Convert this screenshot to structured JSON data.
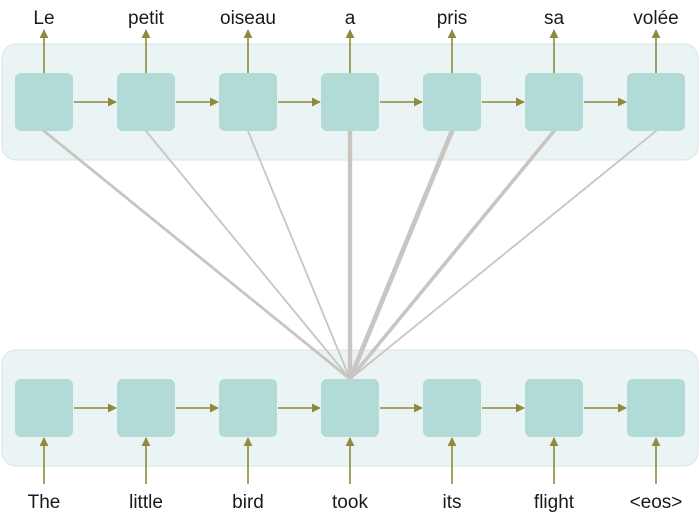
{
  "decoder": {
    "words": [
      "Le",
      "petit",
      "oiseau",
      "a",
      "pris",
      "sa",
      "volée"
    ]
  },
  "encoder": {
    "words": [
      "The",
      "little",
      "bird",
      "took",
      "its",
      "flight",
      "<eos>"
    ]
  },
  "attention": {
    "source_index": 3,
    "weights": [
      0.5,
      0.25,
      0.25,
      0.9,
      1.0,
      0.7,
      0.25
    ]
  },
  "colors": {
    "panel_fill": "#ebf4f4",
    "panel_stroke": "#d6e6e6",
    "cell_fill": "#b2dad6",
    "arrow": "#8d8a3e",
    "attention_line": "#c9c5c1",
    "text": "#1a1a1a"
  }
}
